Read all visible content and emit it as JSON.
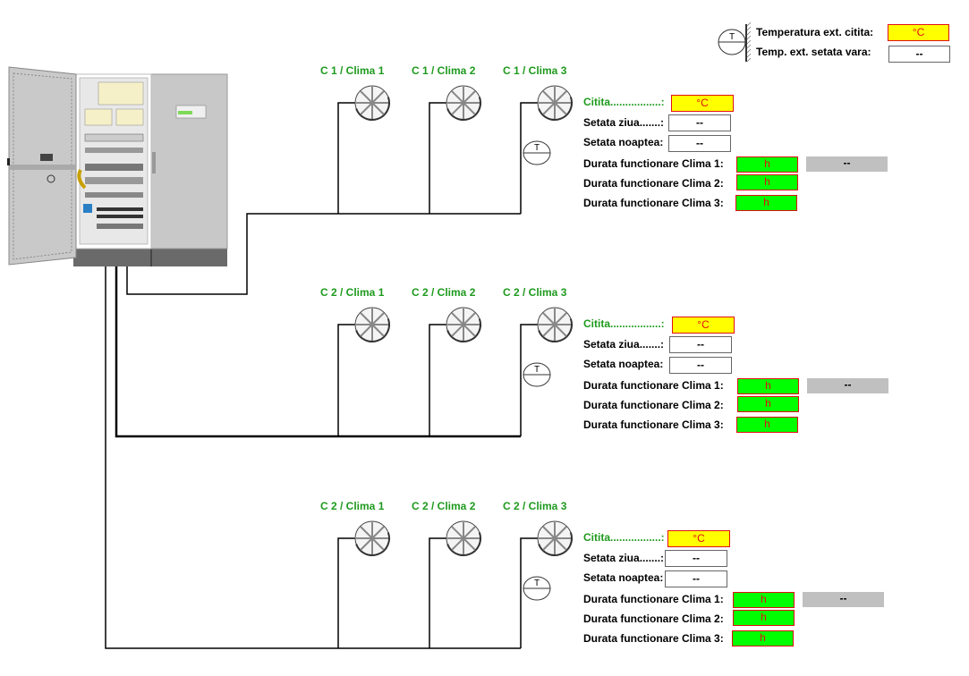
{
  "colors": {
    "label_green": "#1e9a1e",
    "reading_bg": "#ffff00",
    "runtime_bg": "#00ff00",
    "alarm_border": "#e01010",
    "status_gray": "#c0c0c0"
  },
  "external": {
    "icon": "wall-thermometer-icon",
    "read_label": "Temperatura ext. citita:",
    "read_value": "°C",
    "set_label": "Temp. ext. setata vara:",
    "set_value": "--"
  },
  "cabinet": {
    "icon": "electrical-cabinet-icon"
  },
  "groups": [
    {
      "units": [
        "C 1 / Clima 1",
        "C 1 / Clima 2",
        "C 1 / Clima 3"
      ],
      "citita_label": "Citita.................:",
      "citita_value": "°C",
      "ziua_label": "Setata ziua.......:",
      "ziua_value": "--",
      "noaptea_label": "Setata noaptea:",
      "noaptea_value": "--",
      "durata": [
        {
          "label": "Durata functionare Clima 1:",
          "value": "h"
        },
        {
          "label": "Durata functionare Clima 2:",
          "value": "h"
        },
        {
          "label": "Durata functionare Clima 3:",
          "value": "h"
        }
      ],
      "status_value": "--"
    },
    {
      "units": [
        "C 2 / Clima 1",
        "C 2 / Clima 2",
        "C 2 / Clima 3"
      ],
      "citita_label": "Citita.................:",
      "citita_value": "°C",
      "ziua_label": "Setata ziua.......:",
      "ziua_value": "--",
      "noaptea_label": "Setata noaptea:",
      "noaptea_value": "--",
      "durata": [
        {
          "label": "Durata functionare Clima 1:",
          "value": "h"
        },
        {
          "label": "Durata functionare Clima 2:",
          "value": "h"
        },
        {
          "label": "Durata functionare Clima 3:",
          "value": "h"
        }
      ],
      "status_value": "--"
    },
    {
      "units": [
        "C 2 / Clima 1",
        "C 2 / Clima 2",
        "C 2 / Clima 3"
      ],
      "citita_label": "Citita.................:",
      "citita_value": "°C",
      "ziua_label": "Setata ziua.......:",
      "ziua_value": "--",
      "noaptea_label": "Setata noaptea:",
      "noaptea_value": "--",
      "durata": [
        {
          "label": "Durata functionare Clima 1:",
          "value": "h"
        },
        {
          "label": "Durata functionare Clima 2:",
          "value": "h"
        },
        {
          "label": "Durata functionare Clima 3:",
          "value": "h"
        }
      ],
      "status_value": "--"
    }
  ]
}
